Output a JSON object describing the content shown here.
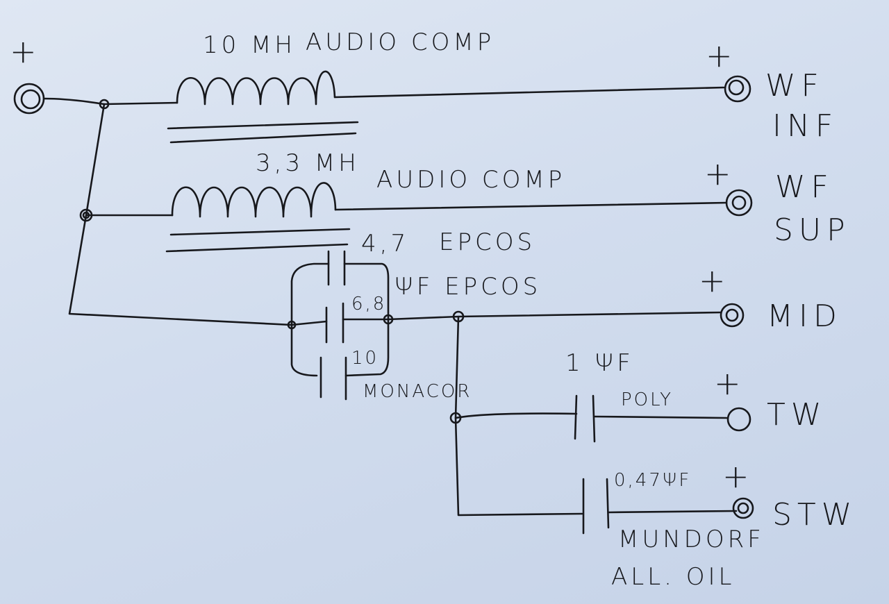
{
  "input": {
    "polarity": "+"
  },
  "components": {
    "coil_wf_inf": {
      "value": "10 MH",
      "type": "AUDIO COMP"
    },
    "coil_wf_sup": {
      "value": "3,3 MH",
      "type": "AUDIO COMP"
    },
    "cap_a": {
      "value": "4,7",
      "brand": "EPCOS"
    },
    "cap_b": {
      "value": "6,8",
      "unit_brand": "ΨF EPCOS"
    },
    "cap_c": {
      "value": "10",
      "brand": "MONACOR"
    },
    "cap_tw": {
      "value": "1 ΨF",
      "type": "POLY"
    },
    "cap_stw": {
      "value": "0,47ΨF",
      "brand": "MUNDORF",
      "type": "ALL. OIL"
    }
  },
  "outputs": [
    {
      "polarity": "+",
      "label": "WF",
      "sublabel": "INF"
    },
    {
      "polarity": "+",
      "label": "WF",
      "sublabel": "SUP"
    },
    {
      "polarity": "+",
      "label": "MID",
      "sublabel": ""
    },
    {
      "polarity": "+",
      "label": "TW",
      "sublabel": ""
    },
    {
      "polarity": "+",
      "label": "STW",
      "sublabel": ""
    }
  ]
}
